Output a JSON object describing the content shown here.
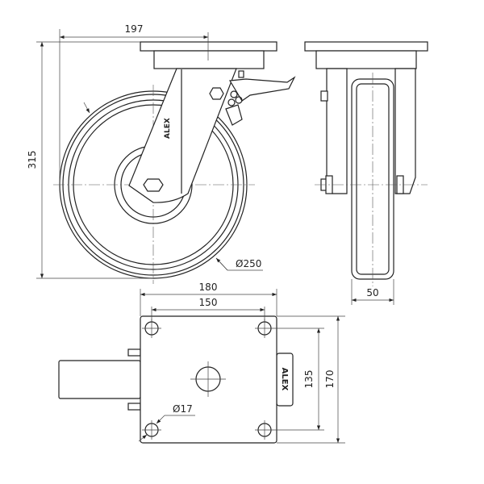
{
  "title": "Swivel caster with brake - technical drawing",
  "dimensions": {
    "offset": "197",
    "height": "315",
    "wheel_diameter": "Ø250",
    "wheel_width": "50",
    "plate_width": "180",
    "hole_spacing_x": "150",
    "hole_spacing_y": "135",
    "plate_length": "170",
    "hole_diameter": "Ø17"
  },
  "brand": {
    "brake_text": "ALEX",
    "fork_logo": "ALEX"
  }
}
